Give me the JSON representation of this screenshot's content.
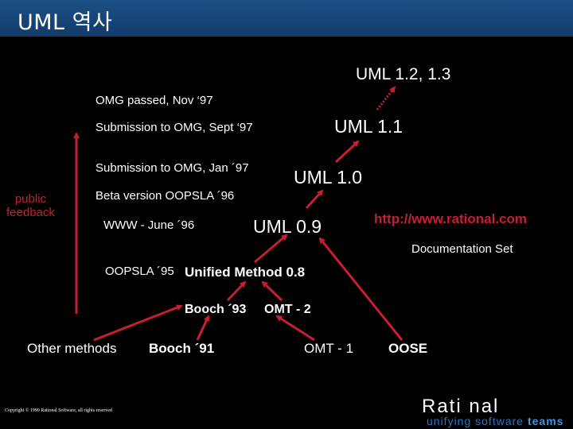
{
  "title": "UML 역사",
  "nodes": {
    "uml_12_13": "UML 1.2, 1.3",
    "omg_passed": "OMG passed, Nov ‘97",
    "submission_sept": "Submission to OMG, Sept ‘97",
    "uml_11": "UML 1.1",
    "submission_jan": "Submission to OMG, Jan ´97",
    "uml_10": "UML 1.0",
    "beta_oopsla": "Beta version OOPSLA ´96",
    "www_june": "WWW - June ´96",
    "uml_09": "UML 0.9",
    "rational_url": "http://www.rational.com",
    "documentation_set": "Documentation Set",
    "oopsla_95": "OOPSLA ´95",
    "unified_method": "Unified Method 0.8",
    "booch_93": "Booch ´93",
    "omt_2": "OMT - 2",
    "other_methods": "Other methods",
    "booch_91": "Booch ´91",
    "omt_1": "OMT - 1",
    "oose": "OOSE"
  },
  "side_label": "public\nfeedback",
  "footer": {
    "copyright": "Copyright © 1999 Rational Software, all rights reserved",
    "logo_word": "Rati nal",
    "logo_tagline": "unifying software",
    "logo_teams": "teams"
  },
  "colors": {
    "background": "#000000",
    "title_bar": "#1a4a7e",
    "arrow": "#c81e32",
    "text": "#ffffff",
    "accent_red": "#c81e32"
  }
}
